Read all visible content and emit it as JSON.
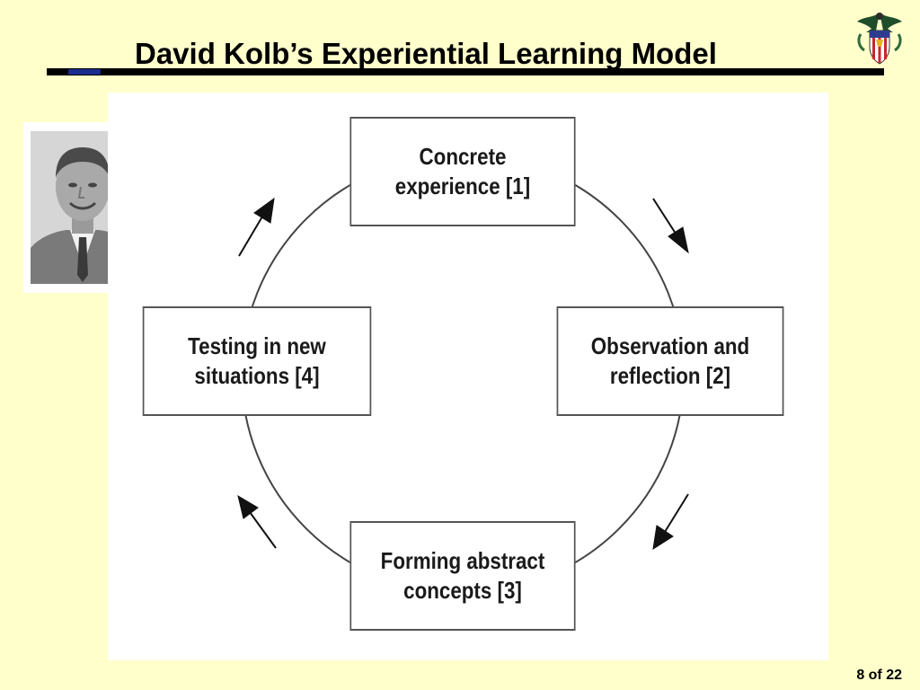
{
  "slide": {
    "title": "David Kolb’s Experiential Learning Model",
    "page_number": "8 of 22"
  },
  "diagram": {
    "stages": [
      {
        "id": 1,
        "line1": "Concrete",
        "line2": "experience [1]"
      },
      {
        "id": 2,
        "line1": "Observation and",
        "line2": "reflection [2]"
      },
      {
        "id": 3,
        "line1": "Forming abstract",
        "line2": "concepts [3]"
      },
      {
        "id": 4,
        "line1": "Testing in new",
        "line2": "situations [4]"
      }
    ],
    "flow": "clockwise"
  }
}
